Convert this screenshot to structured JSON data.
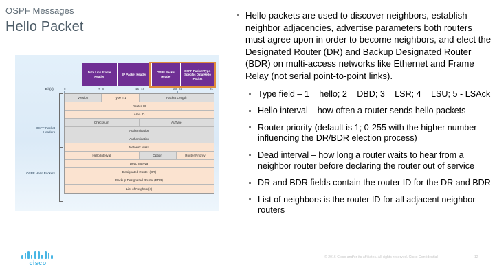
{
  "slide": {
    "kicker": "OSPF Messages",
    "title": "Hello Packet"
  },
  "content": {
    "intro": "Hello packets are used to discover neighbors, establish neighbor adjacencies, advertise parameters both routers must agree upon in order to become neighbors, and elect the Designated Router (DR) and Backup Designated Router (BDR) on multi-access networks like Ethernet and Frame Relay (not serial point-to-point links).",
    "bullets": [
      "Type field – 1 = hello; 2 = DBD; 3 = LSR; 4 = LSU; 5 - LSAck",
      "Hello interval – how often a router sends hello packets",
      "Router priority (default is 1; 0-255 with the higher number influencing the DR/BDR election process)",
      "Dead interval – how long a router waits to hear from a neighbor router before declaring the router out of service",
      "DR and BDR fields contain the router ID for the DR and BDR",
      "List of neighbors is the router ID for all adjacent neighbor routers"
    ]
  },
  "diagram": {
    "encapsulation": [
      "Data Link Frame Header",
      "IP Packet Header",
      "OSPF Packet Header",
      "OSPF Packet Type-Specific Data Hello Packet"
    ],
    "highlight_color": "#e08b3c",
    "encap_color": "#6f2f94",
    "bits_label": "Bit(s):",
    "bit_ticks": [
      "0",
      "7",
      "8",
      "15",
      "16",
      "23",
      "24",
      "31"
    ],
    "side_labels": {
      "header": "OSPF Packet Headers",
      "hello": "OSPF Hello Packets"
    },
    "rows": [
      {
        "cells": [
          {
            "text": "Version",
            "w": "w25",
            "style": "grey",
            "lock": false
          },
          {
            "text": "Type = 1",
            "w": "w25",
            "style": "plain",
            "lock": true
          },
          {
            "text": "Packet Length",
            "w": "w50",
            "style": "grey",
            "lock": false
          }
        ]
      },
      {
        "cells": [
          {
            "text": "Router ID",
            "w": "w100",
            "style": "plain",
            "lock": true
          }
        ]
      },
      {
        "cells": [
          {
            "text": "Area ID",
            "w": "w100",
            "style": "plain",
            "lock": true
          }
        ]
      },
      {
        "cells": [
          {
            "text": "Checksum",
            "w": "w50",
            "style": "grey",
            "lock": false
          },
          {
            "text": "AuType",
            "w": "w50",
            "style": "grey",
            "lock": false
          }
        ]
      },
      {
        "cells": [
          {
            "text": "Authentication",
            "w": "w100",
            "style": "grey",
            "lock": false
          }
        ]
      },
      {
        "cells": [
          {
            "text": "Authentication",
            "w": "w100",
            "style": "grey",
            "lock": false
          }
        ]
      },
      {
        "cells": [
          {
            "text": "Network Mask",
            "w": "w100",
            "style": "plain",
            "lock": true
          }
        ]
      },
      {
        "cells": [
          {
            "text": "Hello Interval",
            "w": "w50",
            "style": "plain",
            "lock": true
          },
          {
            "text": "Option",
            "w": "w25",
            "style": "grey",
            "lock": false
          },
          {
            "text": "Router Priority",
            "w": "w25",
            "style": "plain",
            "lock": true
          }
        ]
      },
      {
        "cells": [
          {
            "text": "Dead Interval",
            "w": "w100",
            "style": "plain",
            "lock": true
          }
        ]
      },
      {
        "cells": [
          {
            "text": "Designated Router (DR)",
            "w": "w100",
            "style": "plain",
            "lock": true
          }
        ]
      },
      {
        "cells": [
          {
            "text": "Backup Designated Router (BDR)",
            "w": "w100",
            "style": "plain",
            "lock": true
          }
        ]
      },
      {
        "cells": [
          {
            "text": "List of Neighbor(s)",
            "w": "w100",
            "style": "plain",
            "lock": true
          }
        ]
      }
    ]
  },
  "brand": {
    "logo_word": "cisco",
    "logo_color": "#49b6e4",
    "footer": "© 2016 Cisco and/or its affiliates. All rights reserved.   Cisco Confidential",
    "page_number": "12"
  }
}
